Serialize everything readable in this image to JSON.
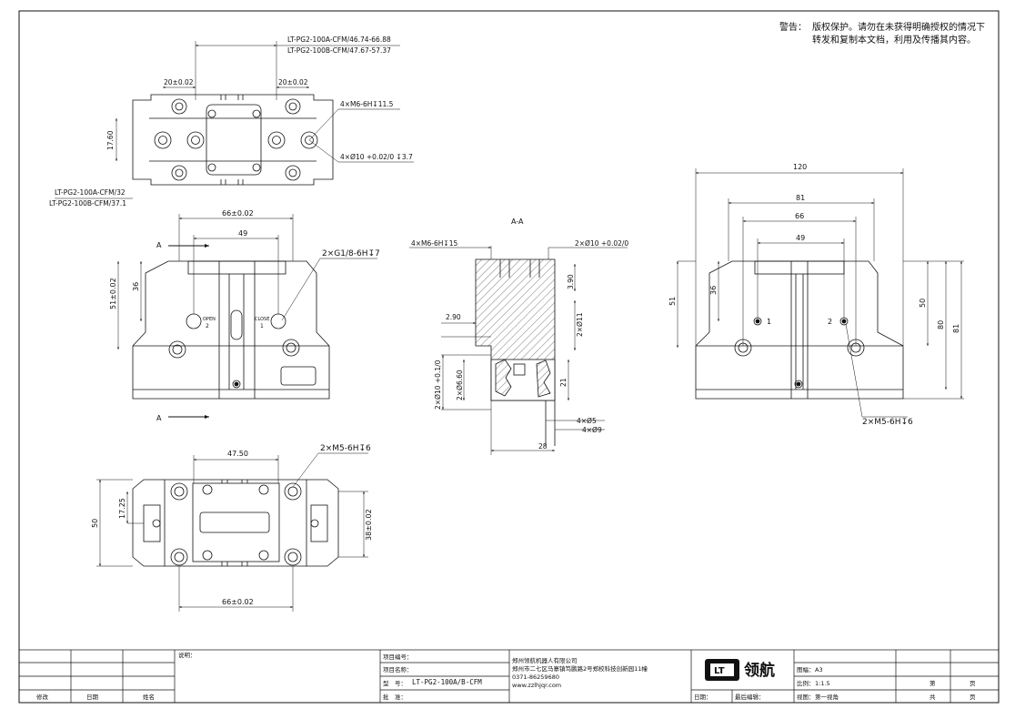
{
  "warning": {
    "label": "警告：",
    "line1": "版权保护。请勿在未获得明确授权的情况下",
    "line2": "转发和复制本文档，利用及传播其内容。"
  },
  "top_view": {
    "top_callout_1": "LT-PG2-100A-CFM/46.74-66.88",
    "top_callout_2": "LT-PG2-100B-CFM/47.67-57.37",
    "dim_left_pitch": "20±0.02",
    "dim_right_pitch": "20±0.02",
    "thread_callout": "4×M6-6H↧11.5",
    "bore_callout": "4×Ø10 +0.02/0 ↧3.7",
    "dim_height": "17.60",
    "bottom_callout_1": "LT-PG2-100A-CFM/32",
    "bottom_callout_2": "LT-PG2-100B-CFM/37.1"
  },
  "front_view": {
    "dim_66": "66±0.02",
    "dim_49": "49",
    "port_callout": "2×G1/8-6H↧7",
    "dim_51": "51±0.02",
    "dim_36": "36",
    "section_mark_top": "A",
    "section_mark_bottom": "A",
    "port_open": "OPEN",
    "port_open_num": "2",
    "port_close": "CLOSE",
    "port_close_num": "1"
  },
  "section_view": {
    "title": "A-A",
    "thread_callout": "4×M6-6H↧15",
    "bore_callout": "2×Ø10 +0.02/0",
    "dim_290": "2.90",
    "dim_390": "3.90",
    "dim_phi11": "2×Ø11",
    "dim_phi10": "2×Ø10 +0.1/0",
    "dim_phi660": "2×Ø6.60",
    "dim_21": "21",
    "dim_phi5": "4×Ø5",
    "dim_phi9": "4×Ø9",
    "dim_28": "28"
  },
  "side_view": {
    "dim_120": "120",
    "dim_81_top": "81",
    "dim_66": "66",
    "dim_49": "49",
    "dim_51": "51",
    "dim_36": "36",
    "dim_50": "50",
    "dim_80": "80",
    "dim_81_right": "81",
    "port_1": "1",
    "port_2": "2",
    "thread_callout": "2×M5-6H↧6"
  },
  "bottom_view": {
    "dim_4750": "47.50",
    "thread_callout": "2×M5-6H↧6",
    "dim_50": "50",
    "dim_1725": "17.25",
    "dim_38": "38±0.02",
    "dim_66": "66±0.02"
  },
  "title_block": {
    "rev_label": "修改",
    "date_label": "日期",
    "name_label": "姓名",
    "notes_label": "说明：",
    "project_no_label": "项目编号：",
    "project_name_label": "项目名称：",
    "model_label": "型　号：",
    "model_value": "LT-PG2-100A/B-CFM",
    "approve_label": "批　准：",
    "company": "郑州领航机器人有限公司",
    "address": "郑州市二七区马寨镇笃鹏路2号郑校科技创新园11幢",
    "phone": "0371-86259680",
    "website": "www.zzlhjqr.com",
    "logo_mark": "LT",
    "logo_text": "领航",
    "date2_label": "日期：",
    "last_edit_label": "最后编辑：",
    "size_label": "图幅：",
    "size_value": "A3",
    "scale_label": "比例：",
    "scale_value": "1:1.5",
    "view_label": "视图：",
    "view_value": "第一视角",
    "page_label": "第",
    "page_unit": "页",
    "total_label": "共",
    "total_unit": "页"
  }
}
